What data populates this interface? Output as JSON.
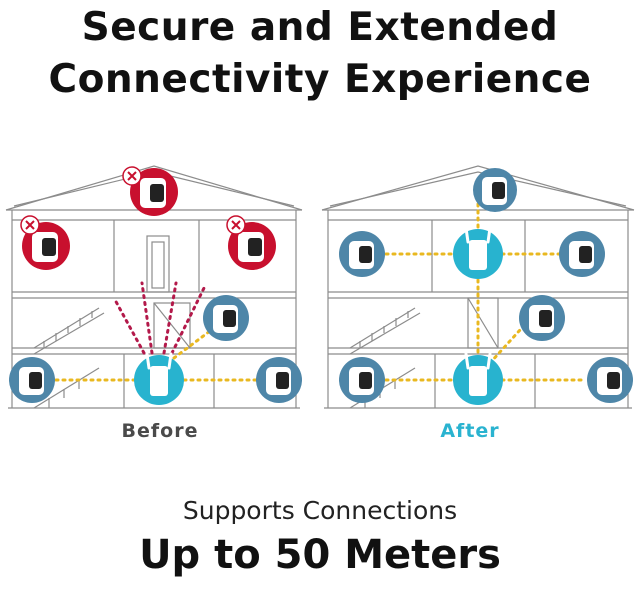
{
  "headline": {
    "line1": "Secure and Extended",
    "line2": "Connectivity Experience"
  },
  "scenes": {
    "before_label": "Before",
    "after_label": "After"
  },
  "footer": {
    "subtitle": "Supports Connections",
    "headline": "Up to 50 Meters"
  },
  "colors": {
    "camera_ok": "#4e86a8",
    "camera_blocked": "#c8102e",
    "extender": "#28b3cf",
    "signal_ok": "#e9b820",
    "signal_blocked": "#b3194a",
    "house_line": "#8c8c8c",
    "after_label": "#2ab3d0"
  }
}
